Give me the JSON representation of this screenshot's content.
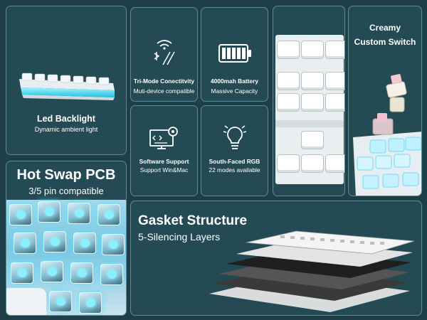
{
  "led": {
    "title": "Led Backlight",
    "subtitle": "Dynamic ambient light"
  },
  "tri_mode": {
    "title": "Tri-Mode Conectitvity",
    "subtitle": "Muti-device compatible",
    "icon": "wireless-bluetooth-icon"
  },
  "battery": {
    "title": "4000mah Battery",
    "subtitle": "Massive Capacity",
    "icon": "battery-icon"
  },
  "software": {
    "title": "Software Support",
    "subtitle": "Support Win&Mac",
    "icon": "software-gear-icon"
  },
  "rgb": {
    "title": "South-Faced RGB",
    "subtitle": "22 modes available",
    "icon": "light-bulb-icon"
  },
  "hot_swap": {
    "title": "Hot Swap PCB",
    "subtitle": "3/5 pin compatible"
  },
  "switch": {
    "title_line1": "Creamy",
    "title_line2": "Custom Switch"
  },
  "gasket": {
    "title": "Gasket Structure",
    "subtitle": "5-Silencing Layers"
  },
  "colors": {
    "background": "#1e3f48",
    "panel": "#244a54",
    "border": "#5b8c96",
    "glow": "#5ee1ff"
  }
}
